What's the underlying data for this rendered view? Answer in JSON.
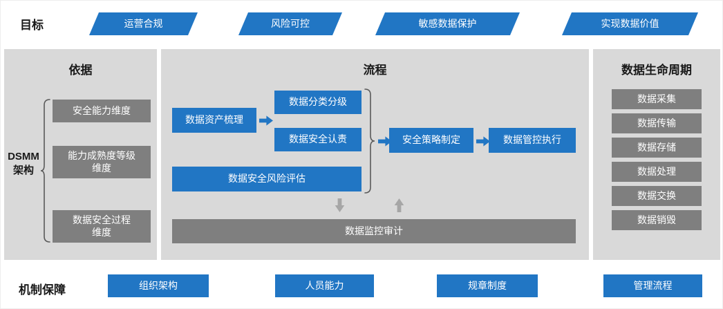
{
  "colors": {
    "blue": "#2176C4",
    "gray-box": "#7F7F7F",
    "panel": "#D9D9D9",
    "arrow-gray": "#A6A6A6"
  },
  "goals": {
    "label": "目标",
    "items": [
      "运营合规",
      "风险可控",
      "敏感数据保护",
      "实现数据价值"
    ]
  },
  "basis": {
    "title": "依据",
    "side_label": "DSMM\n架构",
    "items": [
      "安全能力维度",
      "能力成熟度等级\n维度",
      "数据安全过程\n维度"
    ]
  },
  "process": {
    "title": "流程",
    "steps": {
      "asset": "数据资产梳理",
      "classify": "数据分类分级",
      "responsibility": "数据安全认责",
      "risk": "数据安全风险评估",
      "strategy": "安全策略制定",
      "control": "数据管控执行",
      "monitor": "数据监控审计"
    }
  },
  "lifecycle": {
    "title": "数据生命周期",
    "items": [
      "数据采集",
      "数据传输",
      "数据存储",
      "数据处理",
      "数据交换",
      "数据销毁"
    ]
  },
  "mechanism": {
    "label": "机制保障",
    "items": [
      "组织架构",
      "人员能力",
      "规章制度",
      "管理流程"
    ]
  }
}
